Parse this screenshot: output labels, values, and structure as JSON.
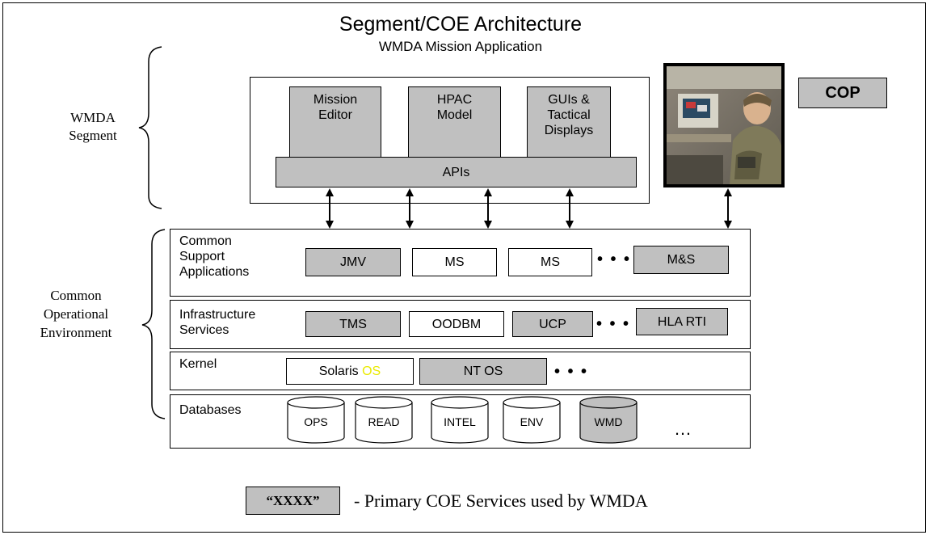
{
  "title": "Segment/COE Architecture",
  "subtitle": "WMDA Mission Application",
  "segment_label": "WMDA\nSegment",
  "coe_label": "Common\nOperational\nEnvironment",
  "app_boxes": [
    "Mission\nEditor",
    "HPAC\nModel",
    "GUIs &\nTactical\nDisplays"
  ],
  "apis_label": "APIs",
  "cop_label": "COP",
  "layers": {
    "csa": {
      "label": "Common\nSupport\nApplications",
      "items": [
        {
          "label": "JMV",
          "primary": true
        },
        {
          "label": "MS",
          "primary": false
        },
        {
          "label": "MS",
          "primary": false
        }
      ],
      "more": "• • •",
      "last": {
        "label": "M&S",
        "primary": true
      }
    },
    "infra": {
      "label": "Infrastructure\nServices",
      "items": [
        {
          "label": "TMS",
          "primary": true
        },
        {
          "label": "OODBM",
          "primary": false
        },
        {
          "label": "UCP",
          "primary": true
        }
      ],
      "more": "• • •",
      "last": {
        "label": "HLA RTI",
        "primary": true
      }
    },
    "kernel": {
      "label": "Kernel",
      "solaris": "Solaris",
      "solaris_suffix": "OS",
      "ntos": "NT OS",
      "more": "• • •"
    },
    "databases": {
      "label": "Databases",
      "items": [
        {
          "label": "OPS",
          "primary": false
        },
        {
          "label": "READ",
          "primary": false
        },
        {
          "label": "INTEL",
          "primary": false
        },
        {
          "label": "ENV",
          "primary": false
        },
        {
          "label": "WMD",
          "primary": true
        }
      ],
      "more": "…"
    }
  },
  "legend": {
    "key": "“XXXX”",
    "text": "- Primary COE Services used by WMDA"
  },
  "colors": {
    "primary_fill": "#c0c0c0",
    "plain_fill": "#ffffff"
  }
}
